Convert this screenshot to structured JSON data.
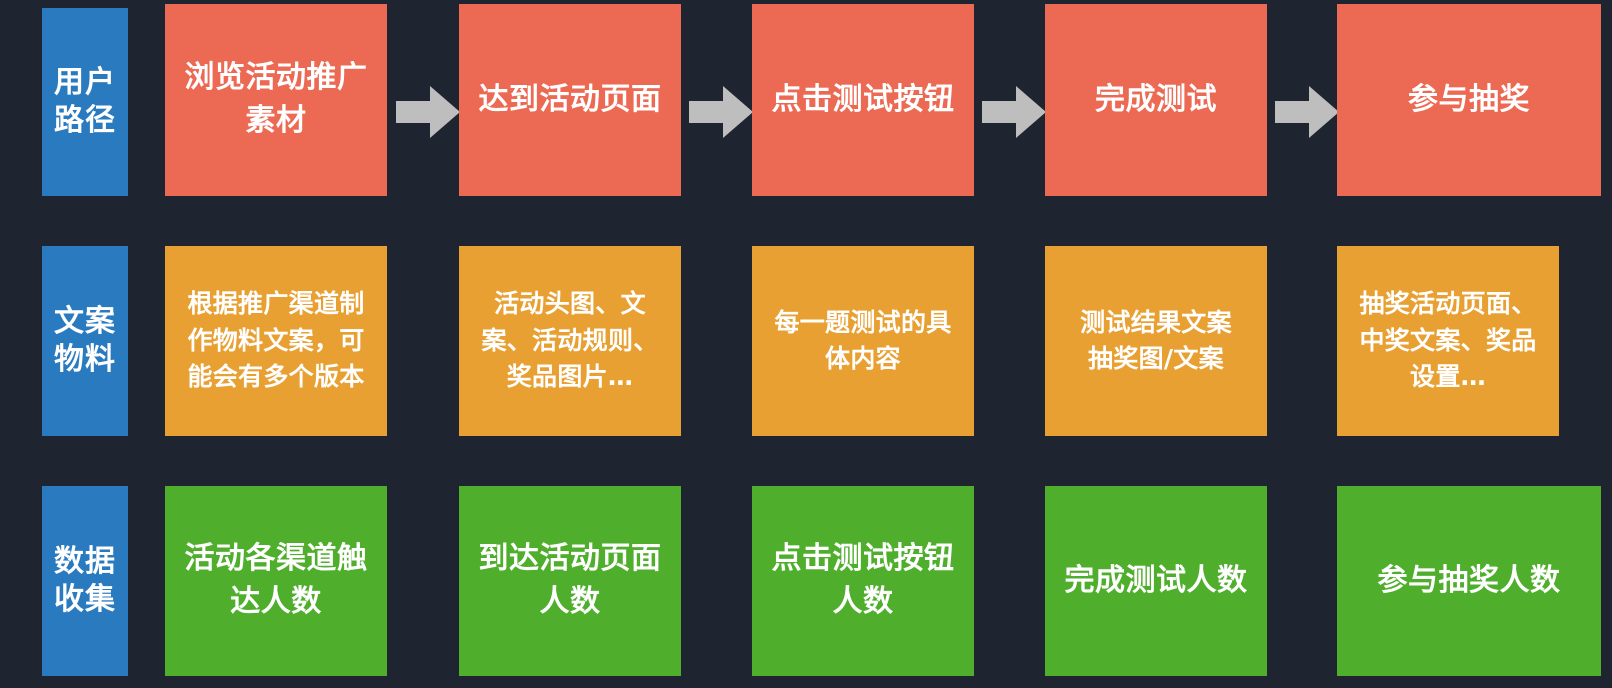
{
  "colors": {
    "background": "#1e2430",
    "label_blue": "#2a7ac0",
    "user_path_coral": "#ec6a53",
    "copy_orange": "#e9a033",
    "data_green": "#4fae2c",
    "arrow_gray": "#bebebe",
    "text_white": "#ffffff"
  },
  "rows": [
    {
      "id": "user-path",
      "label_lines": [
        "用户",
        "路径"
      ],
      "cards": [
        {
          "lines": [
            "浏览活动推广",
            "素材"
          ]
        },
        {
          "lines": [
            "达到活动页面"
          ]
        },
        {
          "lines": [
            "点击测试按钮"
          ]
        },
        {
          "lines": [
            "完成测试"
          ]
        },
        {
          "lines": [
            "参与抽奖"
          ]
        }
      ]
    },
    {
      "id": "copy-material",
      "label_lines": [
        "文案",
        "物料"
      ],
      "cards": [
        {
          "lines": [
            "根据推广渠道制",
            "作物料文案，可",
            "能会有多个版本"
          ]
        },
        {
          "lines": [
            "活动头图、文",
            "案、活动规则、",
            "奖品图片…"
          ]
        },
        {
          "lines": [
            "每一题测试的具",
            "体内容"
          ]
        },
        {
          "lines": [
            "测试结果文案",
            "抽奖图/文案"
          ]
        },
        {
          "lines": [
            "抽奖活动页面、",
            "中奖文案、奖品",
            "设置…"
          ]
        }
      ]
    },
    {
      "id": "data-collection",
      "label_lines": [
        "数据",
        "收集"
      ],
      "cards": [
        {
          "lines": [
            "活动各渠道触",
            "达人数"
          ]
        },
        {
          "lines": [
            "到达活动页面",
            "人数"
          ]
        },
        {
          "lines": [
            "点击测试按钮",
            "人数"
          ]
        },
        {
          "lines": [
            "完成测试人数"
          ]
        },
        {
          "lines": [
            "参与抽奖人数"
          ]
        }
      ]
    }
  ],
  "arrows": {
    "icon": "arrow-right-icon",
    "count": 4
  }
}
